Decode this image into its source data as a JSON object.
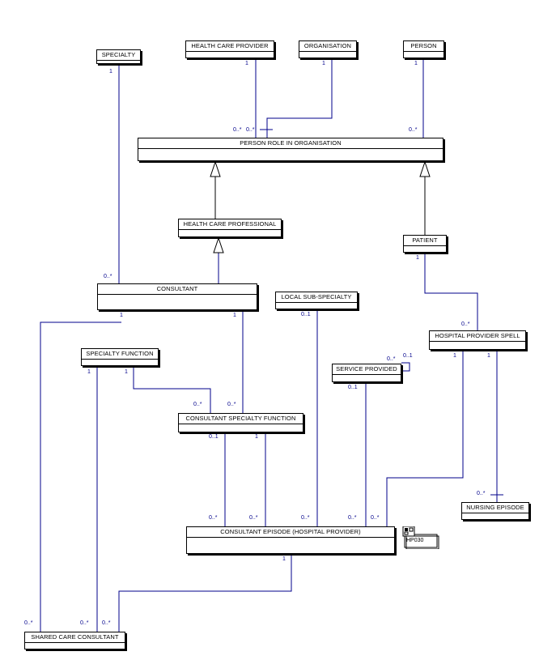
{
  "entities": {
    "specialty": "SPECIALTY",
    "health_care_provider": "HEALTH CARE PROVIDER",
    "organisation": "ORGANISATION",
    "person": "PERSON",
    "person_role_in_organisation": "PERSON ROLE IN ORGANISATION",
    "health_care_professional": "HEALTH CARE PROFESSIONAL",
    "patient": "PATIENT",
    "consultant": "CONSULTANT",
    "local_sub_specialty": "LOCAL SUB-SPECIALTY",
    "hospital_provider_spell": "HOSPITAL PROVIDER SPELL",
    "specialty_function": "SPECIALTY FUNCTION",
    "service_provided": "SERVICE PROVIDED",
    "consultant_specialty_function": "CONSULTANT SPECIALTY FUNCTION",
    "nursing_episode": "NURSING EPISODE",
    "consultant_episode": "CONSULTANT EPISODE (HOSPITAL PROVIDER)",
    "shared_care_consultant": "SHARED CARE CONSULTANT"
  },
  "reference": {
    "label": "HP030"
  },
  "multiplicities": {
    "specialty_top": "1",
    "hcp_top": "1",
    "org_top": "1",
    "person_top": "1",
    "prio_left_a": "0..*",
    "prio_left_b": "0..*",
    "prio_right": "0..*",
    "patient_bottom": "1",
    "consultant_top": "0..*",
    "consultant_bottom_left": "1",
    "consultant_bottom_right": "1",
    "lss_bottom": "0..1",
    "spell_top": "0..*",
    "spell_bottom_left": "1",
    "spell_bottom_right": "1",
    "sf_bottom_left": "1",
    "sf_bottom_right": "1",
    "sp_self_a": "0..*",
    "sp_self_b": "0..1",
    "sp_bottom": "0..1",
    "csf_top_left": "0..*",
    "csf_top_right": "0..*",
    "csf_bottom_left": "0..1",
    "csf_bottom_right": "1",
    "nursing_top": "0..*",
    "ce_top_1": "0..*",
    "ce_top_2": "0..*",
    "ce_top_3": "0..*",
    "ce_top_4": "0..*",
    "ce_top_5": "0..*",
    "ce_bottom": "1",
    "scc_top_1": "0..*",
    "scc_top_2": "0..*",
    "scc_top_3": "0..*"
  }
}
